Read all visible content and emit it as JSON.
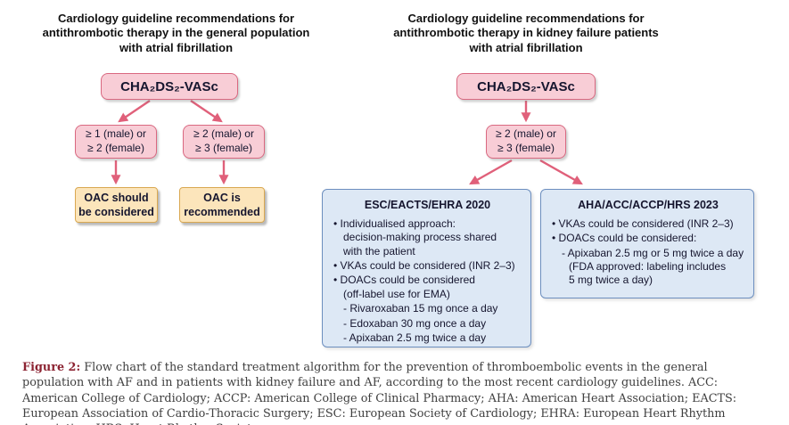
{
  "colors": {
    "pink_fill": "#f8cdd6",
    "pink_border": "#d96880",
    "orange_fill": "#fce5bb",
    "orange_border": "#d9a851",
    "blue_fill": "#dde8f5",
    "blue_border": "#6d8fbf",
    "arrow": "#e0607a",
    "caption_label": "#8c2332",
    "ink": "#15152e",
    "caption_text": "#3f3f3f"
  },
  "left_flow": {
    "title": "Cardiology guideline recommendations for\nantithrombotic therapy in the general population\nwith atrial fibrillation",
    "score_box": "CHA₂DS₂-VASc",
    "branch_left": "≥ 1 (male) or\n≥ 2 (female)",
    "branch_right": "≥ 2 (male) or\n≥ 3 (female)",
    "outcome_left": "OAC should\nbe considered",
    "outcome_right": "OAC is\nrecommended"
  },
  "right_flow": {
    "title": "Cardiology guideline recommendations for\nantithrombotic therapy in kidney failure patients\nwith atrial fibrillation",
    "score_box": "CHA₂DS₂-VASc",
    "branch": "≥ 2 (male) or\n≥ 3 (female)",
    "esc_box": {
      "title": "ESC/EACTS/EHRA 2020",
      "items": [
        {
          "level": "bullet",
          "text": "• Individualised approach:\ndecision-making process shared\nwith the patient"
        },
        {
          "level": "bullet",
          "text": "• VKAs could be considered (INR 2–3)"
        },
        {
          "level": "bullet",
          "text": "• DOACs could be considered\n(off-label use for EMA)"
        },
        {
          "level": "sub",
          "text": "- Rivaroxaban 15 mg once a day"
        },
        {
          "level": "sub",
          "text": "- Edoxaban 30 mg once a day"
        },
        {
          "level": "sub",
          "text": "- Apixaban 2.5 mg twice a day"
        }
      ]
    },
    "aha_box": {
      "title": "AHA/ACC/ACCP/HRS 2023",
      "items": [
        {
          "level": "bullet",
          "text": "• VKAs could be considered (INR 2–3)"
        },
        {
          "level": "bullet",
          "text": "• DOACs could be considered:"
        },
        {
          "level": "sub",
          "text": "- Apixaban 2.5 mg or 5 mg twice a day\n(FDA approved: labeling includes\n5 mg twice a day)"
        }
      ]
    }
  },
  "caption": {
    "label": "Figure 2:",
    "text": " Flow chart of the standard treatment algorithm for the prevention of thromboembolic events in the general population with AF and in patients with kidney failure and AF, according to the most recent cardiology guidelines. ACC: American College of Cardiology; ACCP: American College of Clinical Pharmacy; AHA: American Heart Association; EACTS: European Association of Cardio-Thoracic Surgery; ESC: European Society of Cardiology; EHRA: European Heart Rhythm Association; HRS: Heart Rhythm Society."
  }
}
